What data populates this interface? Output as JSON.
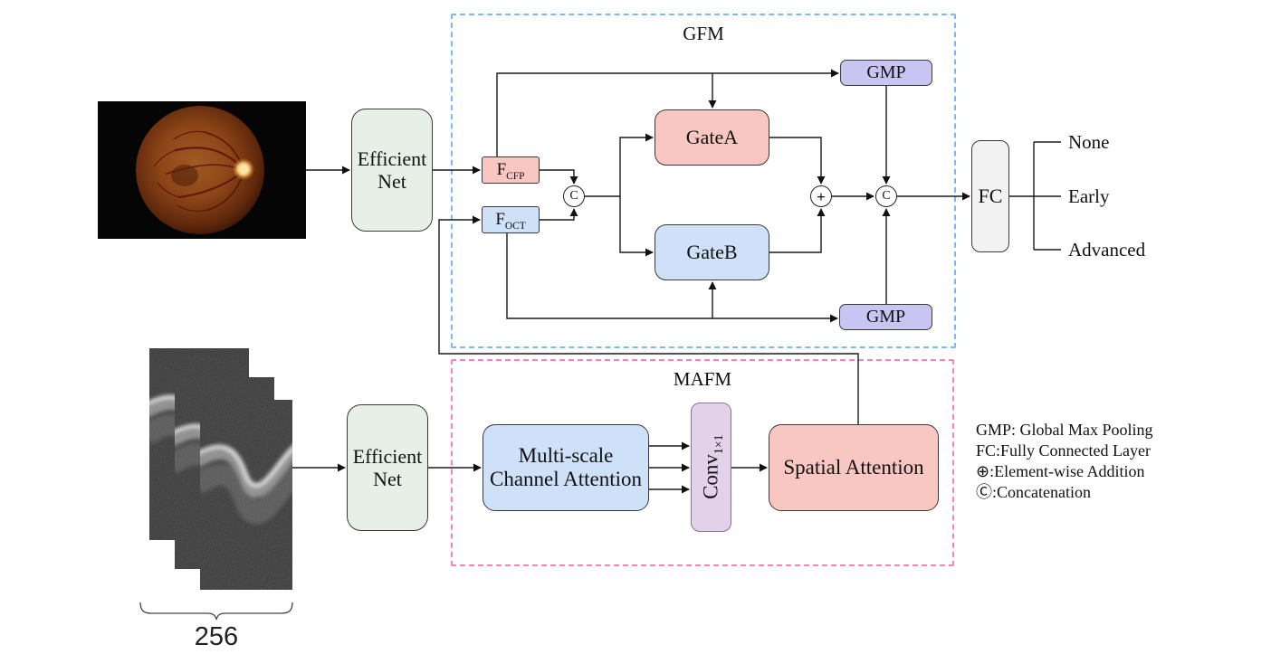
{
  "diagram": {
    "modules": {
      "gfm": {
        "title": "GFM"
      },
      "mafm": {
        "title": "MAFM"
      }
    },
    "nodes": {
      "effnet_top": {
        "line1": "Efficient",
        "line2": "Net"
      },
      "effnet_bottom": {
        "line1": "Efficient",
        "line2": "Net"
      },
      "f_cfp": {
        "base": "F",
        "sub": "CFP"
      },
      "f_oct": {
        "base": "F",
        "sub": "OCT"
      },
      "gate_a": {
        "label": "GateA"
      },
      "gate_b": {
        "label": "GateB"
      },
      "gmp_top": {
        "label": "GMP"
      },
      "gmp_bottom": {
        "label": "GMP"
      },
      "fc": {
        "label": "FC"
      },
      "mca": {
        "line1": "Multi-scale",
        "line2": "Channel Attention"
      },
      "conv": {
        "base": "Conv",
        "sub": "1×1"
      },
      "spatial": {
        "label": "Spatial Attention"
      }
    },
    "operators": {
      "concat1": "C",
      "add": "+",
      "concat2": "C"
    },
    "outputs": [
      "None",
      "Early",
      "Advanced"
    ],
    "inputs": {
      "oct_depth_label": "256"
    },
    "legend": [
      "GMP: Global Max Pooling",
      "FC:Fully Connected Layer",
      "⊕:Element-wise Addition",
      "Ⓒ:Concatenation"
    ],
    "colors": {
      "pink": "#f9c7c2",
      "blue": "#cfe1f8",
      "lavender": "#c9c5f3",
      "green": "#e7f0e7",
      "mauve": "#e2d1e9",
      "gray_fill": "#f2f2f2",
      "gfm_border": "#7cb9f8",
      "mafm_border": "#f884b2",
      "line": "#1a1a1a"
    }
  }
}
